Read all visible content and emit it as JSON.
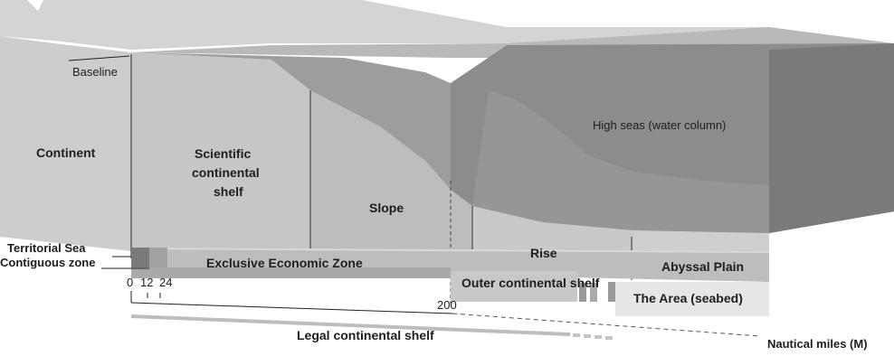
{
  "labels": {
    "baseline": "Baseline",
    "continent": "Continent",
    "scientific_shelf_line1": "Scientific",
    "scientific_shelf_line2": "continental",
    "scientific_shelf_line3": "shelf",
    "slope": "Slope",
    "high_seas": "High seas (water column)",
    "rise": "Rise",
    "abyssal_plain": "Abyssal Plain",
    "territorial_sea": "Territorial Sea",
    "contiguous_zone": "Contiguous zone",
    "eez": "Exclusive Economic Zone",
    "outer_shelf": "Outer continental shelf",
    "the_area": "The Area (seabed)",
    "legal_shelf": "Legal continental shelf",
    "nautical_miles": "Nautical miles (M)"
  },
  "scale_ticks": [
    "0",
    "12",
    "24",
    "200"
  ],
  "colors": {
    "water_light": "#dedede",
    "water_dark": "#8c8c8c",
    "land_front": "#c7c7c7",
    "strip": "#bfbfbf",
    "text": "#1e1e1e"
  }
}
